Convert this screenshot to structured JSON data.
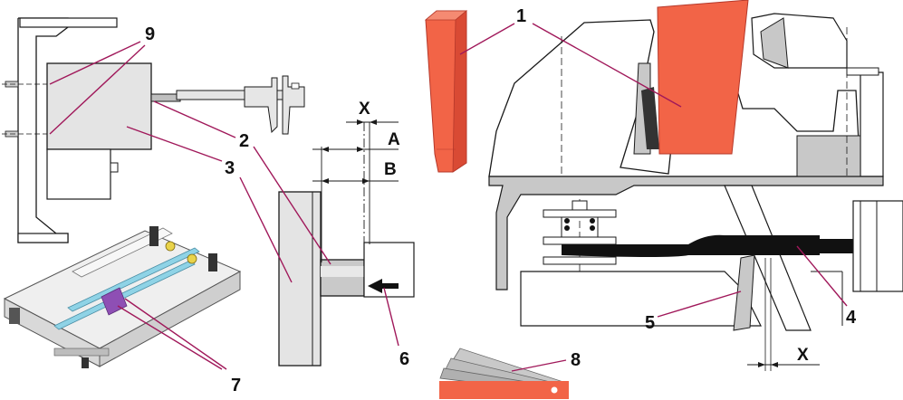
{
  "callouts": {
    "n1": "1",
    "n2": "2",
    "n3": "3",
    "n4": "4",
    "n5": "5",
    "n6": "6",
    "n7": "7",
    "n8": "8",
    "n9": "9"
  },
  "dimensions": {
    "x_top": "X",
    "a": "A",
    "b": "B",
    "x_bottom": "X"
  },
  "colors": {
    "leader": "#a0185a",
    "orange": "#f26447",
    "orange_dark": "#d94a34",
    "gray_fill": "#c8c8c8",
    "light_gray": "#e4e4e4",
    "outline": "#1a1a1a",
    "black": "#111111",
    "bolt_yellow": "#e9d34a",
    "cyan_rod": "#8fd3e6",
    "purple": "#8e4fb4"
  }
}
